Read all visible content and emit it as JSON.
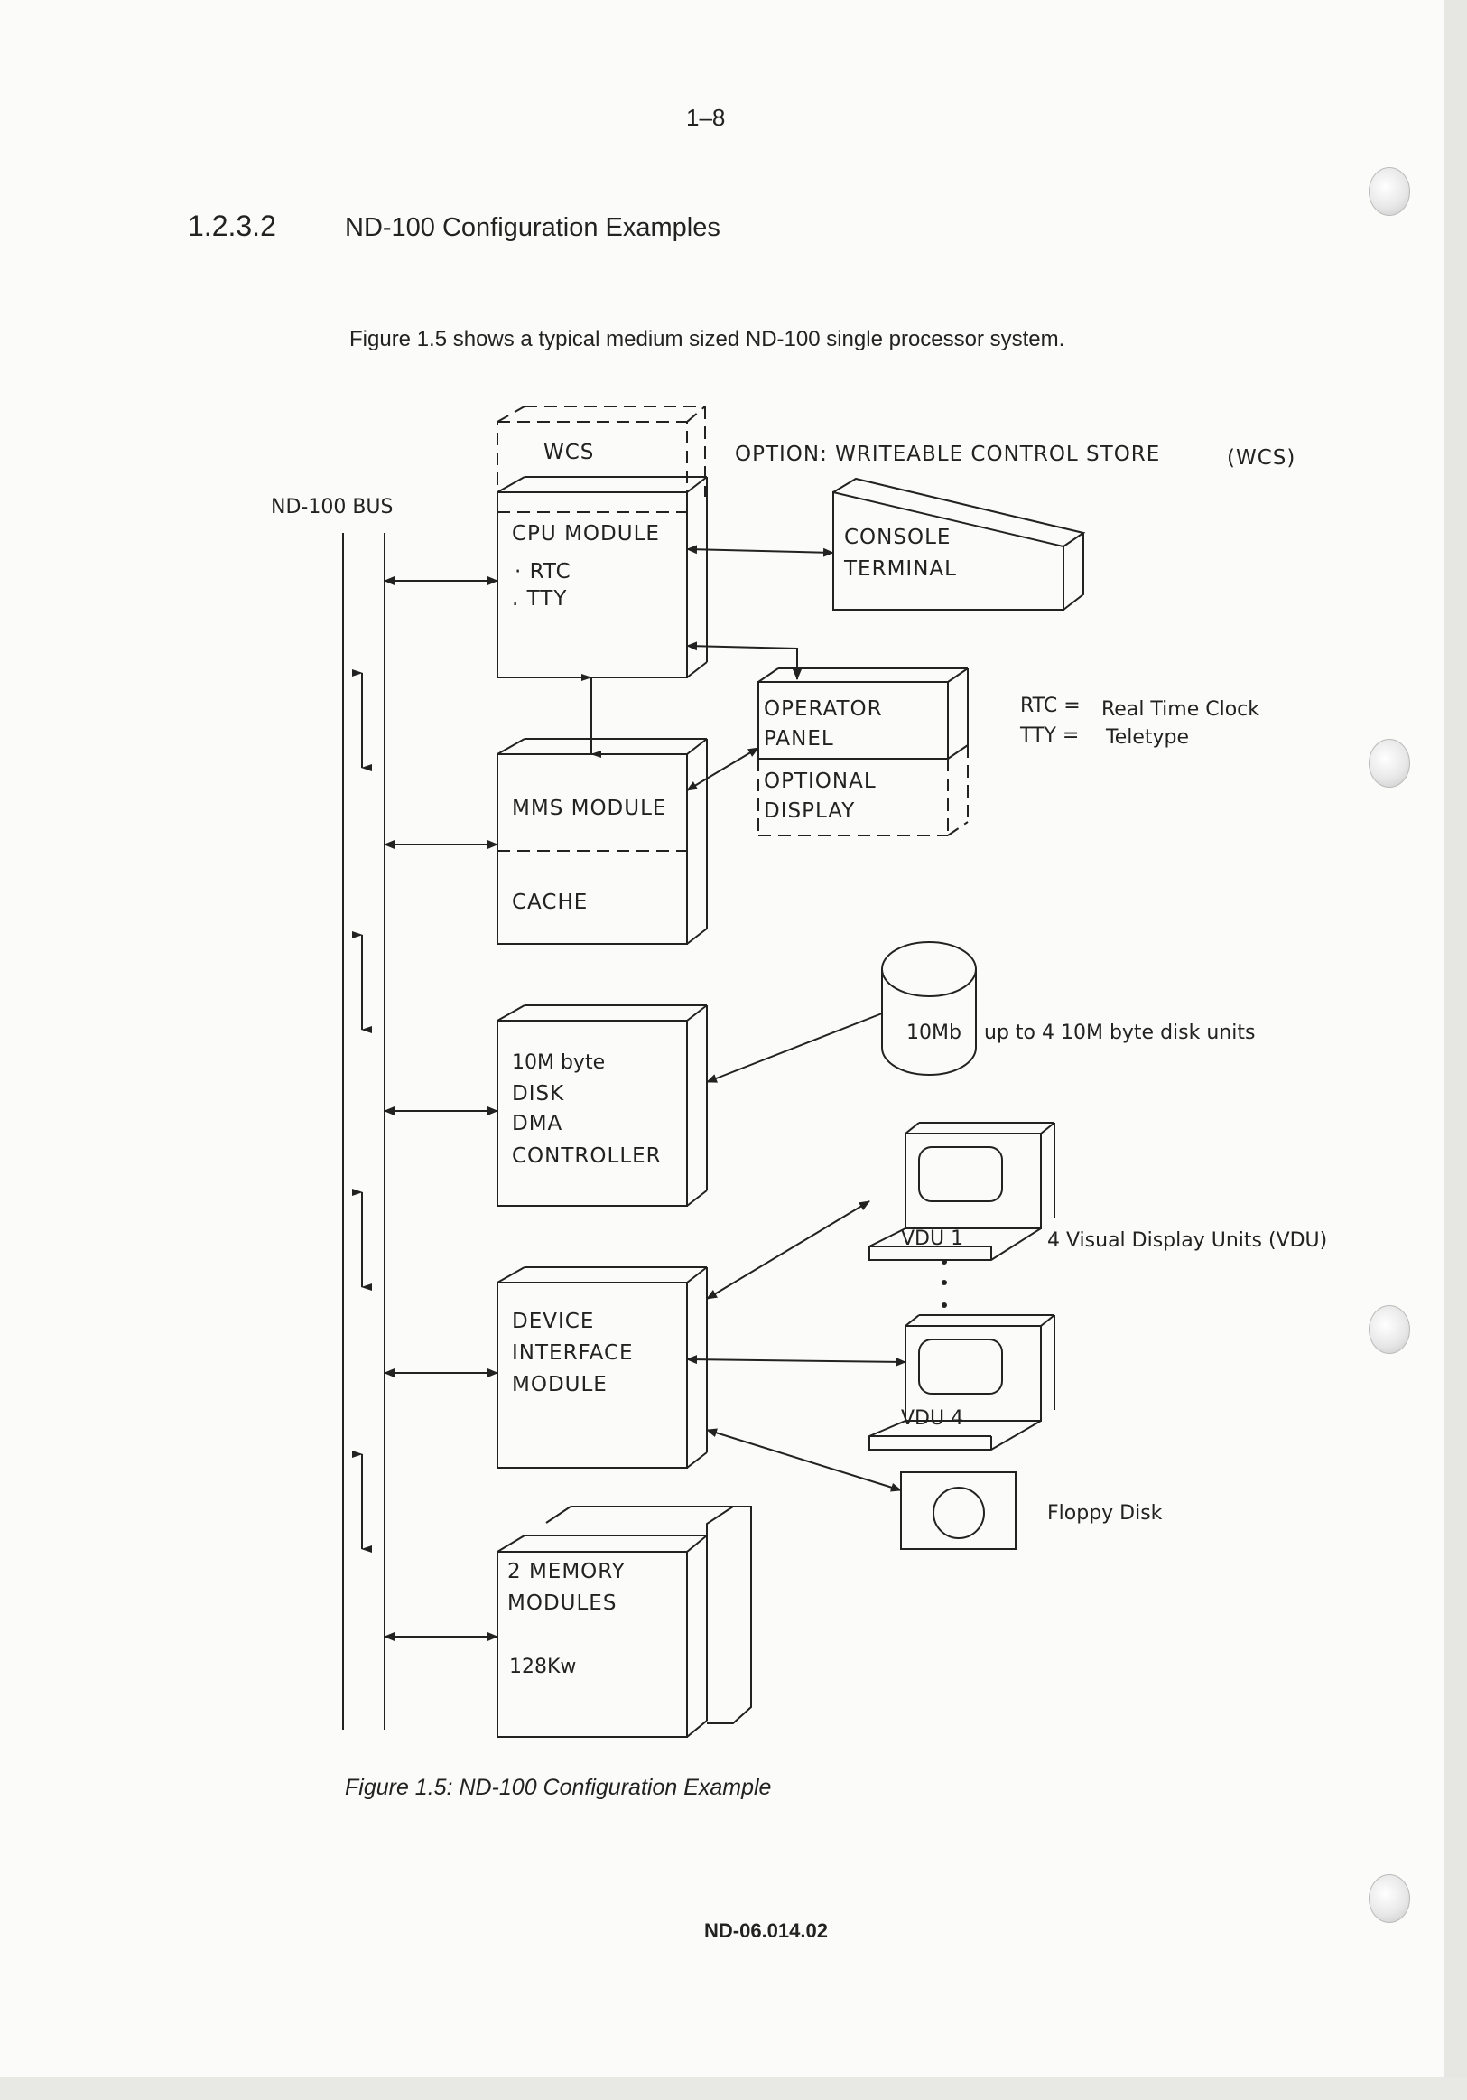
{
  "page_number": "1–8",
  "section": {
    "number": "1.2.3.2",
    "title": "ND-100 Configuration Examples"
  },
  "intro_text": "Figure 1.5 shows a typical medium sized ND-100 single processor system.",
  "diagram": {
    "bus_label": "ND-100 BUS",
    "wcs_label": "WCS",
    "wcs_note": "OPTION: WRITEABLE CONTROL STORE",
    "wcs_note_abbr": "(WCS)",
    "cpu": [
      "CPU  MODULE",
      "· RTC",
      ". TTY"
    ],
    "console": [
      "CONSOLE",
      "TERMINAL"
    ],
    "operator_panel": [
      "OPERATOR",
      "PANEL"
    ],
    "optional_display": [
      "OPTIONAL",
      "DISPLAY"
    ],
    "legend": {
      "rtc_key": "RTC =",
      "rtc_value": "Real Time Clock",
      "tty_key": "TTY =",
      "tty_value": "Teletype"
    },
    "mms": "MMS  MODULE",
    "cache": "CACHE",
    "disk_controller": [
      "10M byte",
      "DISK",
      "DMA",
      "CONTROLLER"
    ],
    "disk_unit": "10Mb",
    "disk_note": "up to 4  10M byte disk units",
    "vdu1": "VDU 1",
    "vdu4": "VDU 4",
    "vdu_note": "4 Visual Display Units (VDU)",
    "device_interface": [
      "DEVICE",
      "INTERFACE",
      "MODULE"
    ],
    "floppy": "Floppy Disk",
    "memory": [
      "2 MEMORY",
      "MODULES",
      "128Kw"
    ]
  },
  "caption": "Figure 1.5:   ND-100 Configuration Example",
  "footer": "ND-06.014.02"
}
